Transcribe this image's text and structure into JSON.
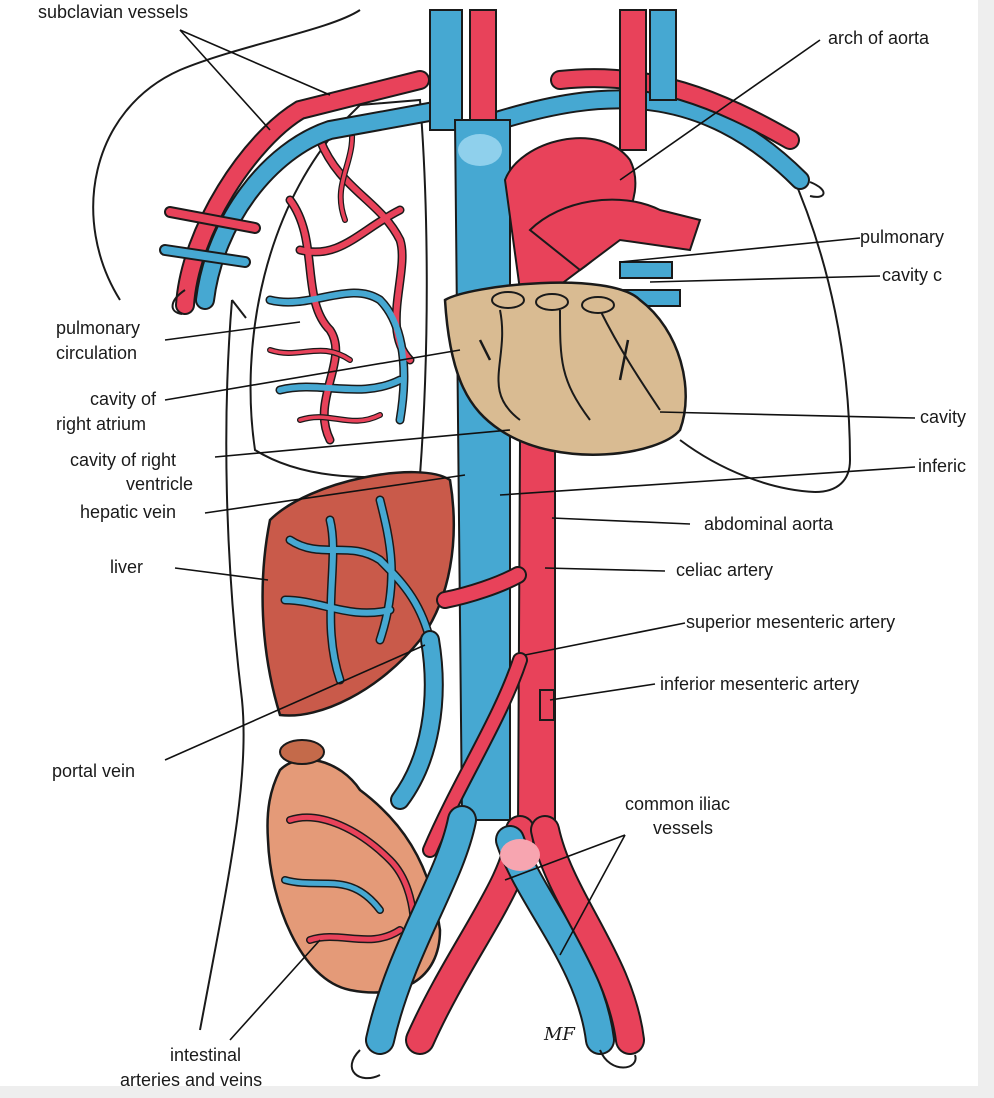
{
  "colors": {
    "artery": "#e8425a",
    "vein": "#46a8d2",
    "heart": "#d9bb92",
    "liver": "#c95a4a",
    "intestine": "#e49a78",
    "frame": "#eeeeee"
  },
  "labels": {
    "subclavian": "subclavian vessels",
    "arch_aorta": "arch of aorta",
    "pulmonary": "pulmonary",
    "cavity_c": "cavity c",
    "pulmonary_circulation_1": "pulmonary",
    "pulmonary_circulation_2": "circulation",
    "right_atrium_1": "cavity of",
    "right_atrium_2": "right atrium",
    "cavity_right": "cavity",
    "right_ventricle_1": "cavity of right",
    "right_ventricle_2": "ventricle",
    "inferior": "inferic",
    "hepatic_vein": "hepatic vein",
    "abdominal_aorta": "abdominal aorta",
    "liver": "liver",
    "celiac_artery": "celiac artery",
    "superior_mesenteric": "superior mesenteric artery",
    "inferior_mesenteric": "inferior mesenteric artery",
    "portal_vein": "portal vein",
    "common_iliac_1": "common iliac",
    "common_iliac_2": "vessels",
    "intestinal_1": "intestinal",
    "intestinal_2": "arteries and veins",
    "signature": "MF"
  }
}
